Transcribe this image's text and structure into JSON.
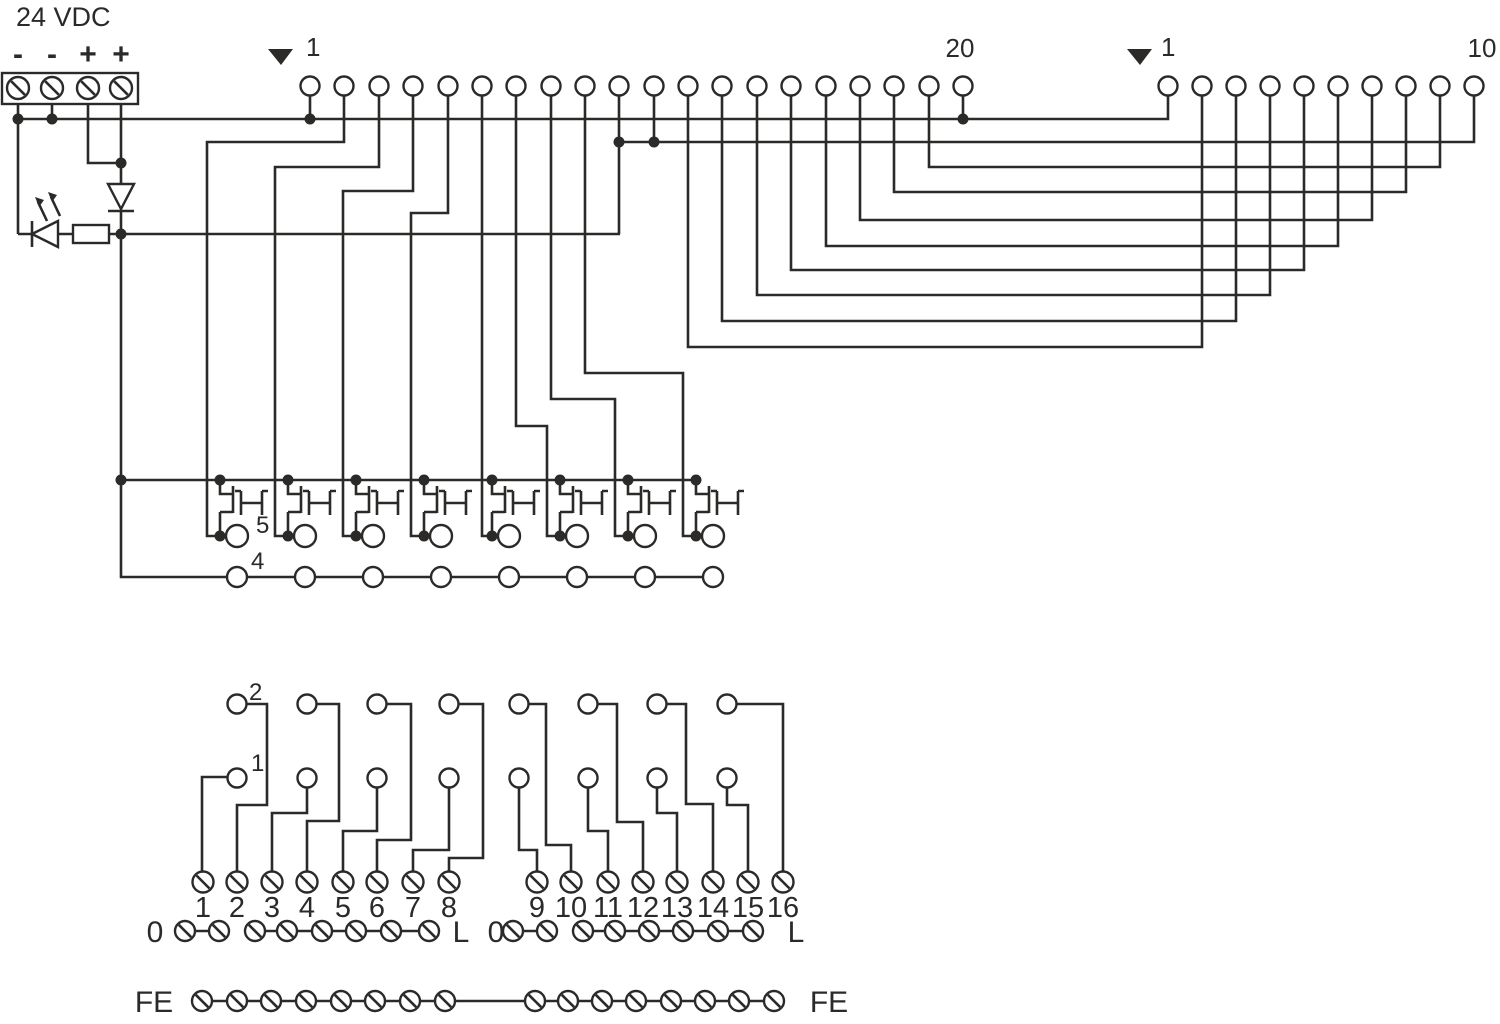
{
  "power": {
    "label": "24 VDC",
    "signs": [
      "-",
      "-",
      "+",
      "+"
    ]
  },
  "connector20": {
    "first": "1",
    "last": "20"
  },
  "connector10": {
    "first": "1",
    "last": "10"
  },
  "driver_rows": {
    "row5": "5",
    "row4": "4"
  },
  "socket": {
    "row2": "2",
    "row1": "1",
    "terminals": [
      "1",
      "2",
      "3",
      "4",
      "5",
      "6",
      "7",
      "8",
      "9",
      "10",
      "11",
      "12",
      "13",
      "14",
      "15",
      "16"
    ],
    "left_rail": {
      "zero": "0",
      "line": "L"
    },
    "right_rail": {
      "zero": "0",
      "line": "L"
    },
    "fe_left": "FE",
    "fe_right": "FE"
  },
  "colors": {
    "line": "#2b2a29",
    "background": "#ffffff"
  }
}
